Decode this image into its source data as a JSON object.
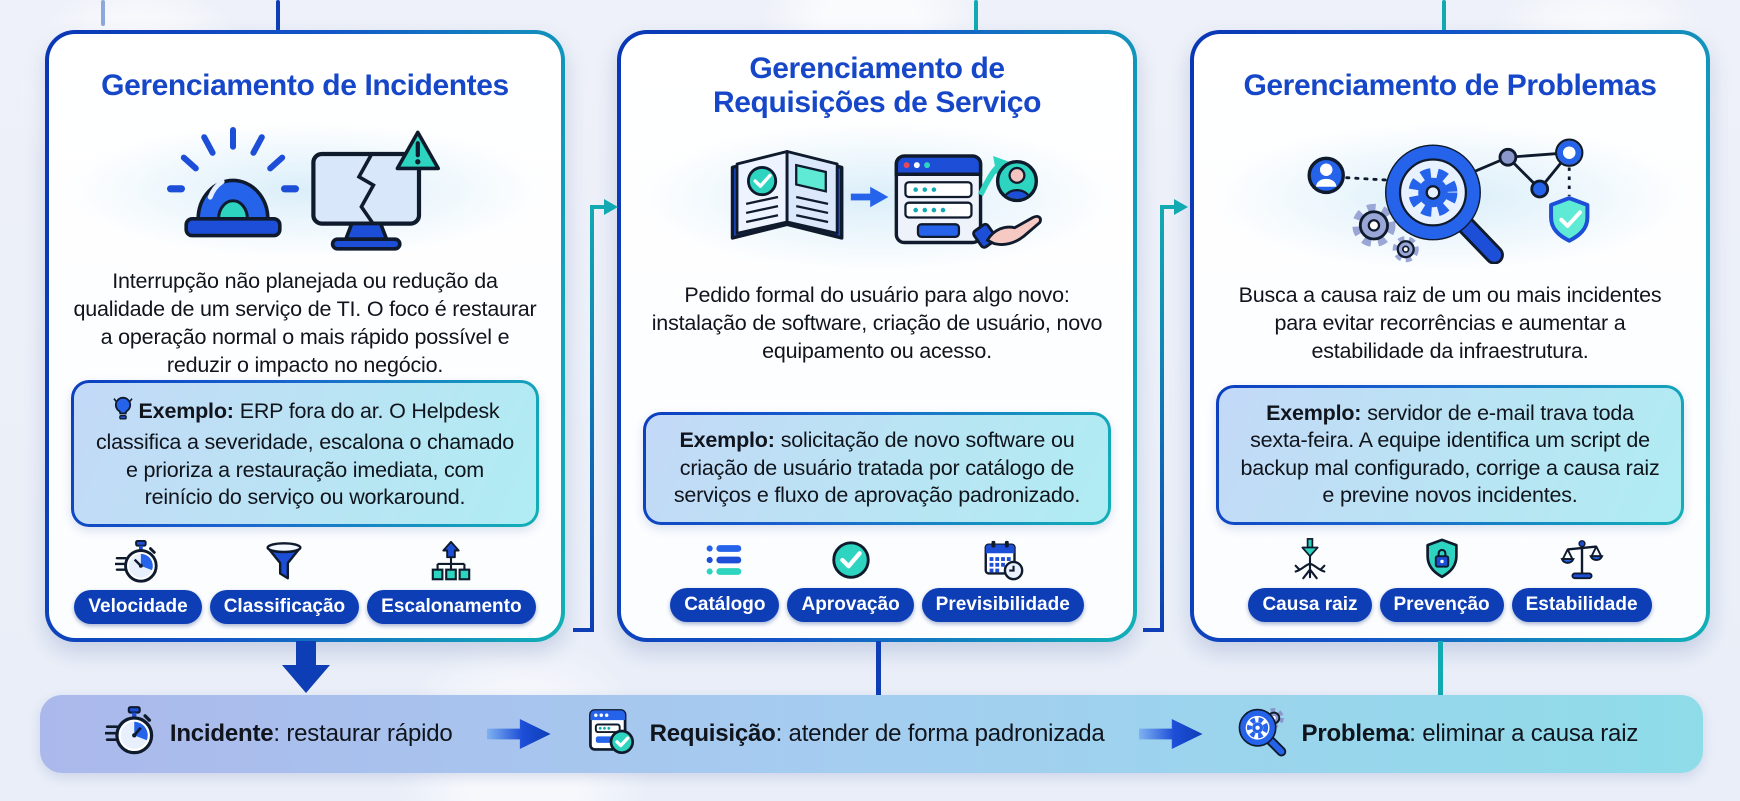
{
  "colors": {
    "title_blue": "#1747c9",
    "pill_blue": "#0d3eb5",
    "teal": "#12aab2",
    "ink": "#0f1b2d",
    "card_border_blue": "#0b3ec0",
    "card_border_teal": "#12b1b6",
    "example_bg_start": "#c3d9f7",
    "example_bg_end": "#b0ecf3",
    "flow_bar_start": "#abb8eb",
    "flow_bar_end": "#8fdce9"
  },
  "cards": [
    {
      "title": "Gerenciamento de Incidentes",
      "hero_icon": "siren-broken-monitor-icon",
      "description": "Interrupção não planejada ou redução da qualidade de um serviço de TI. O foco é restaurar a operação normal o mais rápido possível e reduzir o impacto no negócio.",
      "example_icon": "lightbulb-icon",
      "example_label": "Exemplo:",
      "example_text": "ERP fora do ar. O Helpdesk classifica a severidade, escalona o chamado e prioriza a restauração imediata, com reinício do serviço ou workaround.",
      "badges": [
        {
          "icon": "stopwatch-icon",
          "label": "Velocidade"
        },
        {
          "icon": "funnel-icon",
          "label": "Classificação"
        },
        {
          "icon": "escalation-hierarchy-icon",
          "label": "Escalonamento"
        }
      ]
    },
    {
      "title": "Gerenciamento de Requisições de Serviço",
      "hero_icon": "catalog-form-delivery-icon",
      "description": "Pedido formal do usuário para algo novo: instalação de software, criação de usuário, novo equipamento ou acesso.",
      "example_label": "Exemplo:",
      "example_text": "solicitação de novo software ou criação de usuário tratada por catálogo de serviços e fluxo de aprovação padronizado.",
      "badges": [
        {
          "icon": "list-icon",
          "label": "Catálogo"
        },
        {
          "icon": "check-circle-icon",
          "label": "Aprovação"
        },
        {
          "icon": "calendar-clock-icon",
          "label": "Previsibilidade"
        }
      ]
    },
    {
      "title": "Gerenciamento de Problemas",
      "hero_icon": "magnifier-gear-network-shield-icon",
      "description": "Busca a causa raiz de um ou mais incidentes para evitar recorrências e aumentar a estabilidade da infraestrutura.",
      "example_label": "Exemplo:",
      "example_text": "servidor de e-mail trava toda sexta-feira. A equipe identifica um script de backup mal configurado, corrige a causa raiz e previne novos incidentes.",
      "badges": [
        {
          "icon": "root-cause-icon",
          "label": "Causa raiz"
        },
        {
          "icon": "shield-lock-icon",
          "label": "Prevenção"
        },
        {
          "icon": "scales-icon",
          "label": "Estabilidade"
        }
      ]
    }
  ],
  "flow_bar": {
    "items": [
      {
        "icon": "stopwatch-icon",
        "term": "Incidente",
        "text": ": restaurar rápido"
      },
      {
        "icon": "form-check-icon",
        "term": "Requisição",
        "text": ": atender de forma padronizada"
      },
      {
        "icon": "magnifier-gear-icon",
        "term": "Problema",
        "text": ": eliminar a causa raiz"
      }
    ]
  }
}
